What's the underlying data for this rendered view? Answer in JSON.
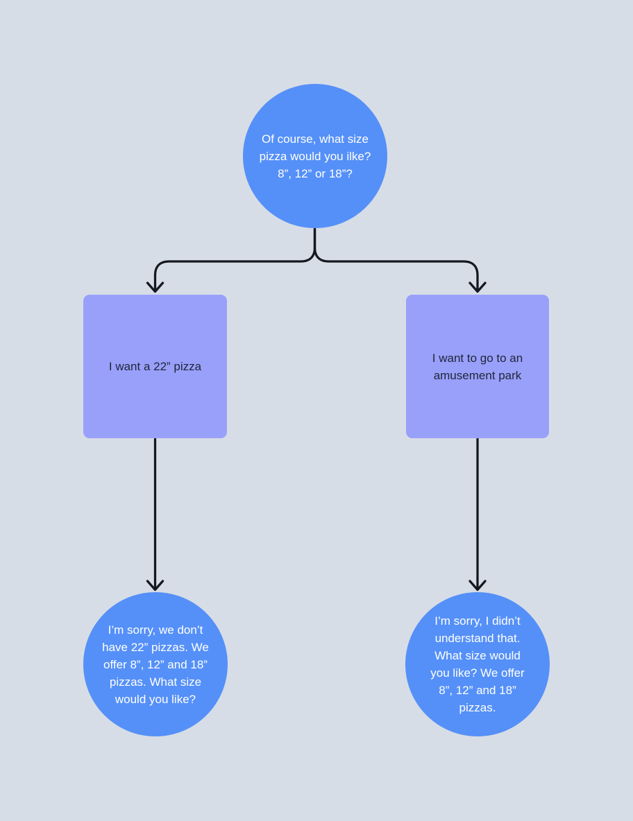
{
  "palette": {
    "background": "#d7dde6",
    "circle_fill": "#5590f8",
    "square_fill": "#99a0fa",
    "connector_color": "#15181e",
    "circle_text_color": "#ffffff",
    "square_text_color": "#20263a"
  },
  "diagram": {
    "type": "flowchart",
    "root_circle": {
      "shape": "circle",
      "label": "Of course, what size pizza would you ilke? 8”, 12” or 18”?"
    },
    "left_square": {
      "shape": "square",
      "label": "I want a 22” pizza"
    },
    "right_square": {
      "shape": "square",
      "label": "I want to go to an amusement park"
    },
    "left_circle": {
      "shape": "circle",
      "label": "I’m sorry, we don’t have 22” pizzas. We offer 8”, 12” and 18” pizzas. What size would you like?"
    },
    "right_circle": {
      "shape": "circle",
      "label": "I’m sorry, I didn’t understand that. What size would you like? We offer 8”, 12” and 18” pizzas."
    },
    "edges": [
      {
        "from": "root_circle",
        "to": "left_square",
        "style": "curved-arrow"
      },
      {
        "from": "root_circle",
        "to": "right_square",
        "style": "curved-arrow"
      },
      {
        "from": "left_square",
        "to": "left_circle",
        "style": "straight-arrow"
      },
      {
        "from": "right_square",
        "to": "right_circle",
        "style": "straight-arrow"
      }
    ]
  }
}
